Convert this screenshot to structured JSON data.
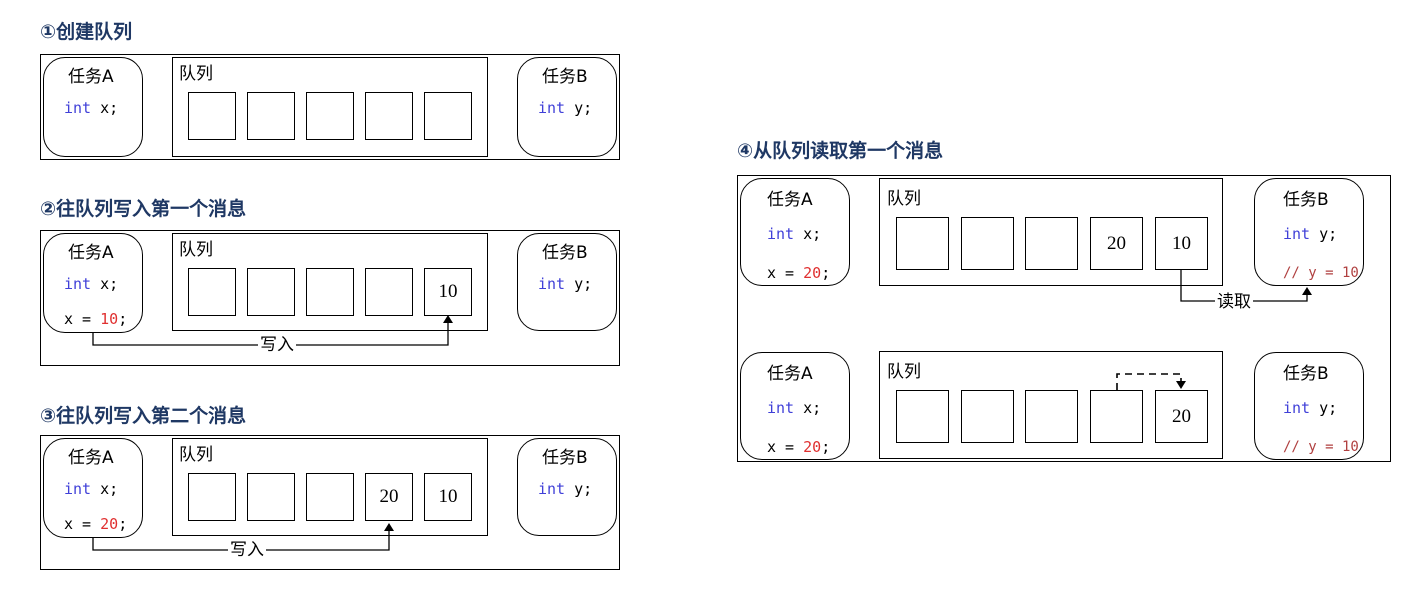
{
  "step1": {
    "title": "①创建队列"
  },
  "step2": {
    "title": "②往队列写入第一个消息",
    "arrow_label": "写入"
  },
  "step3": {
    "title": "③往队列写入第二个消息",
    "arrow_label": "写入"
  },
  "step4": {
    "title": "④从队列读取第一个消息",
    "arrow_label": "读取"
  },
  "task_a": {
    "name": "任务A",
    "type": "int",
    "var": " x;",
    "assign_var": "x = ",
    "val_10": "10",
    "val_20": "20",
    "semi": ";"
  },
  "task_b": {
    "name": "任务B",
    "type": "int",
    "var": " y;",
    "comment": "// y = 10"
  },
  "queue": {
    "name": "队列",
    "value_10": "10",
    "value_20": "20"
  },
  "colors": {
    "title": "#1f3864",
    "keyword": "#4040d8",
    "number": "#e03030",
    "comment": "#b04040"
  }
}
